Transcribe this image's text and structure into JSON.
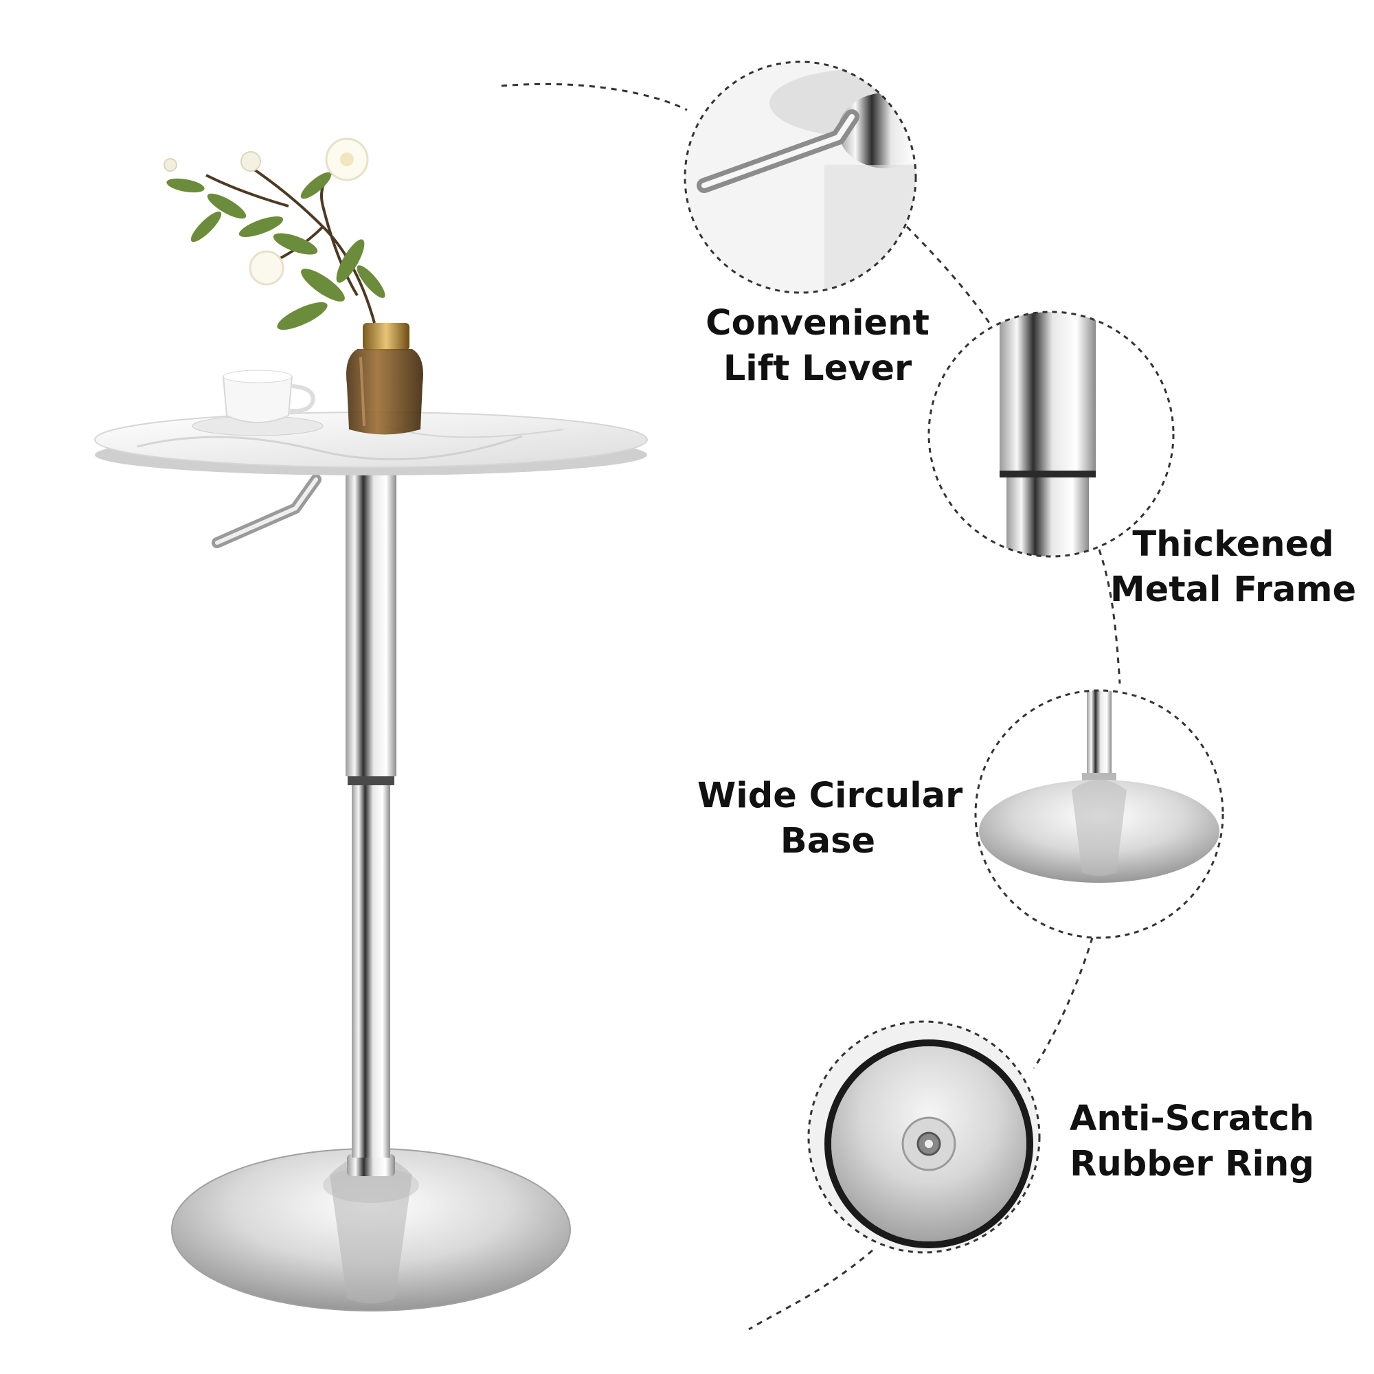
{
  "features": [
    {
      "line1": "Convenient",
      "line2": "Lift Lever"
    },
    {
      "line1": "Thickened",
      "line2": "Metal Frame"
    },
    {
      "line1": "Wide Circular",
      "line2": "Base"
    },
    {
      "line1": "Anti-Scratch",
      "line2": "Rubber Ring"
    }
  ],
  "colors": {
    "background": "#ffffff",
    "text": "#111111",
    "chrome_light": "#f4f4f4",
    "chrome_mid": "#b8b8b8",
    "chrome_dark": "#3a3a3a",
    "marble": "#f2f2f2",
    "vase_glass": "#6b4a22",
    "leaf": "#5f7f33"
  }
}
